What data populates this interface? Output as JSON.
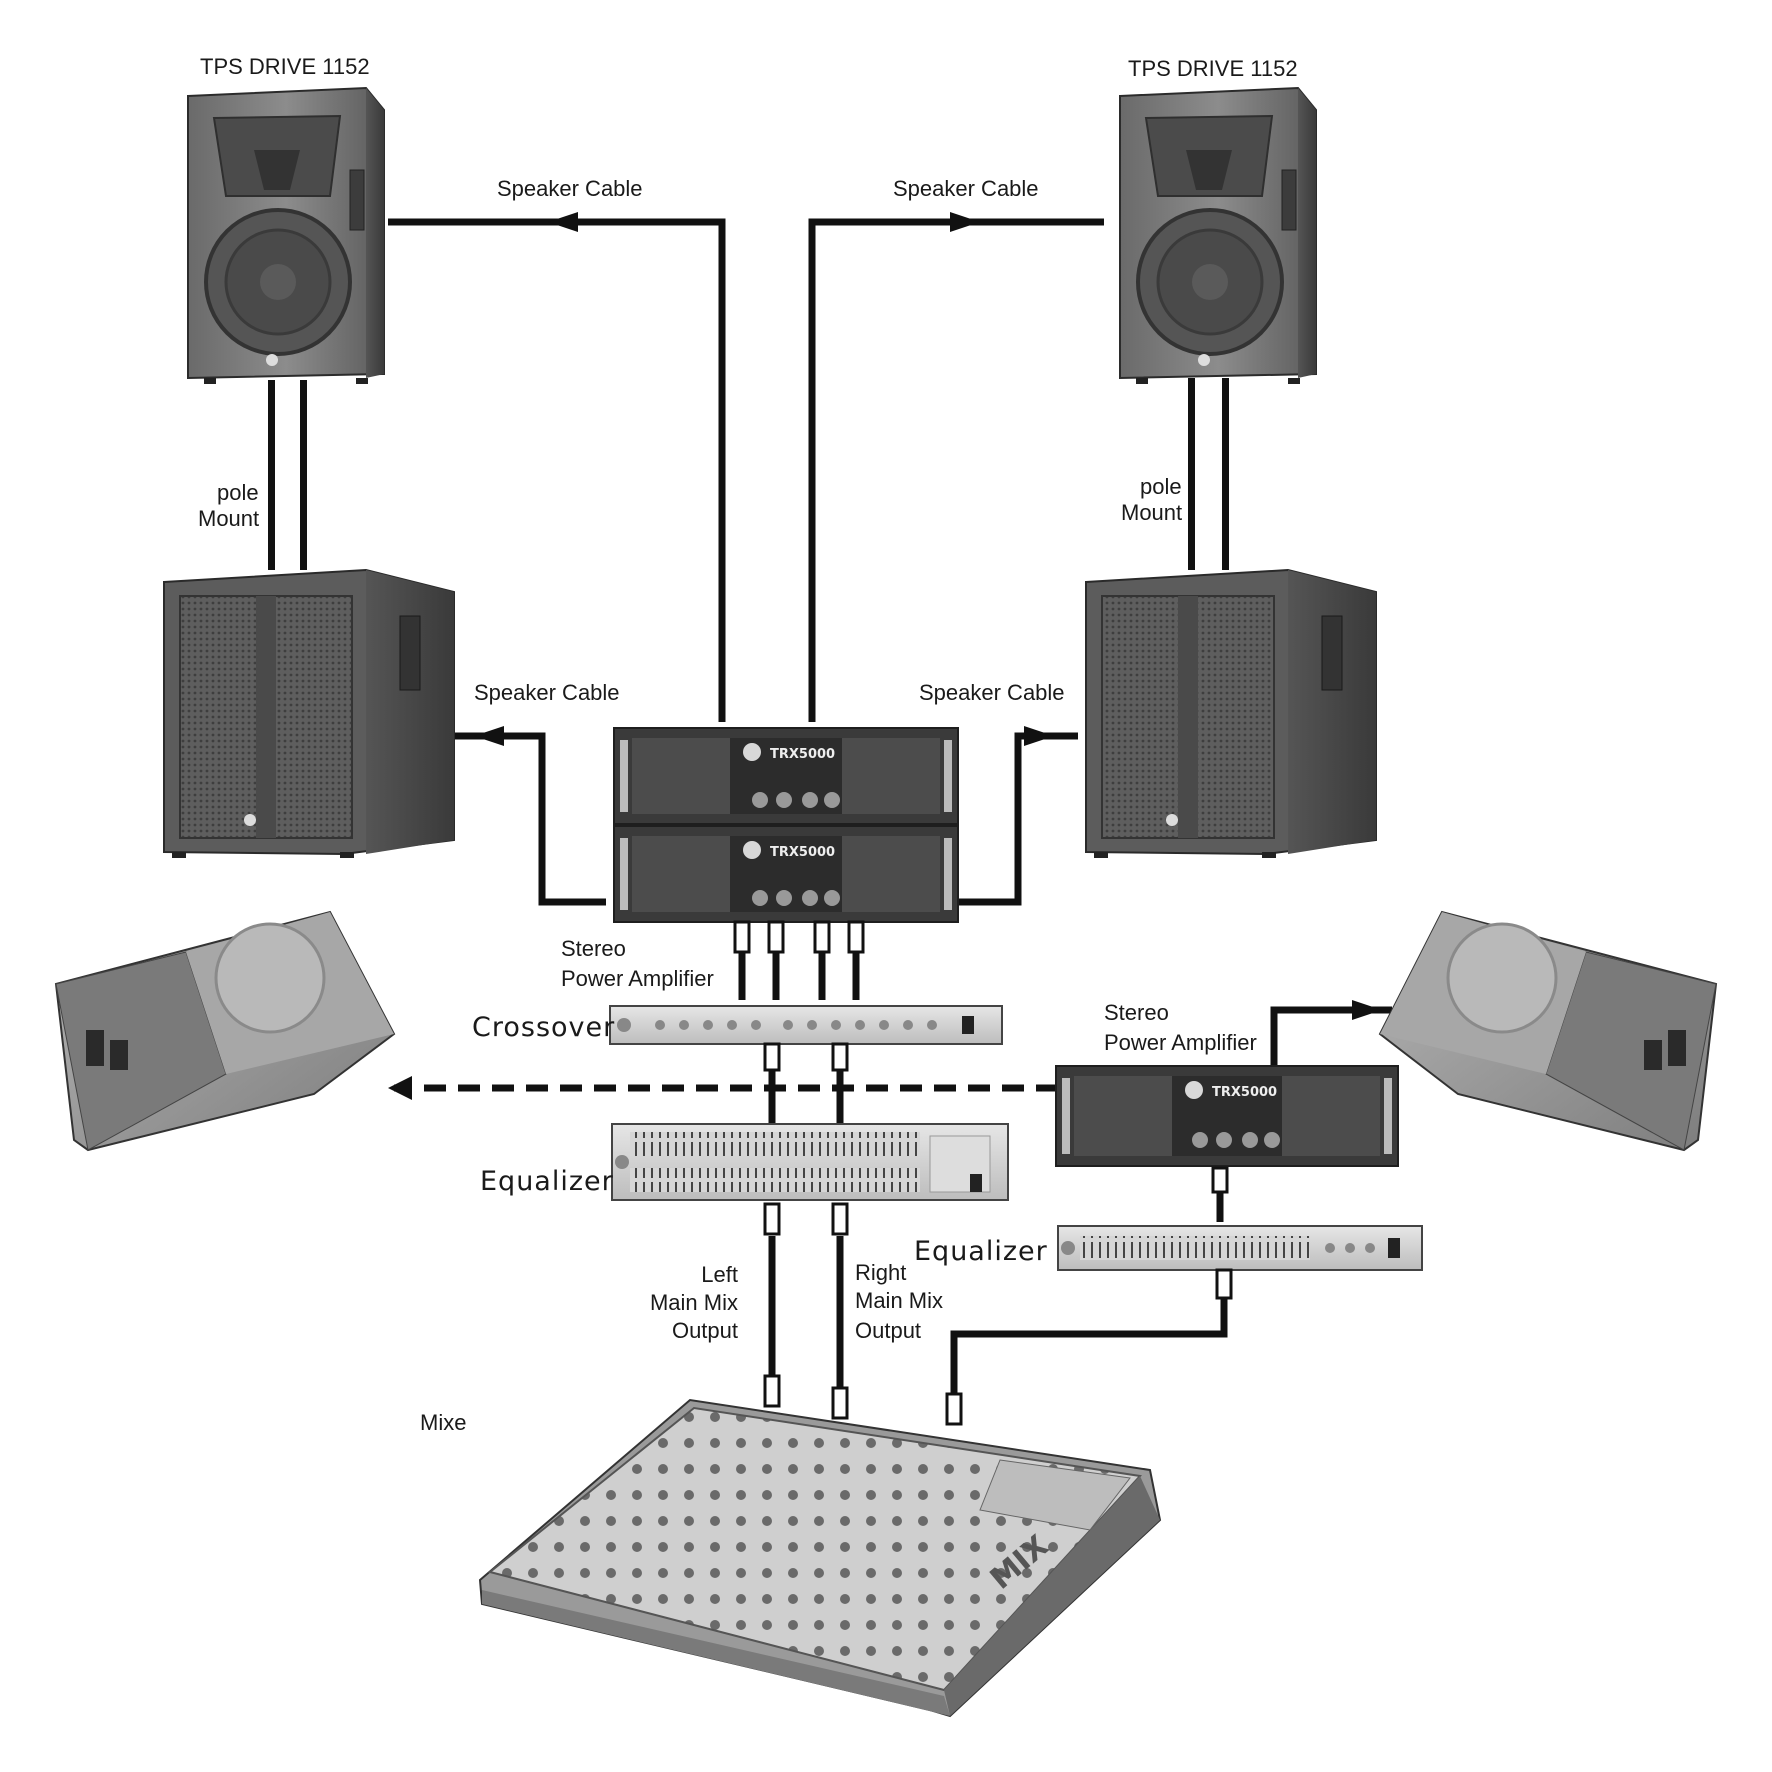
{
  "labels": {
    "top_left_speaker": "TPS DRIVE 1152",
    "top_right_speaker": "TPS DRIVE 1152",
    "speaker_cable_top_left": "Speaker Cable",
    "speaker_cable_top_right": "Speaker Cable",
    "speaker_cable_mid_left": "Speaker Cable",
    "speaker_cable_mid_right": "Speaker Cable",
    "pole_left_line1": "pole",
    "pole_left_line2": "Mount",
    "pole_right_line1": "pole",
    "pole_right_line2": "Mount",
    "amp_main_line1": "Stereo",
    "amp_main_line2": "Power Amplifier",
    "amp_monitor_line1": "Stereo",
    "amp_monitor_line2": "Power Amplifier",
    "crossover": "Crossover",
    "equalizer_main": "Equalizer",
    "equalizer_monitor": "Equalizer",
    "left_out_line1": "Left",
    "left_out_line2": "Main Mix",
    "left_out_line3": "Output",
    "right_out_line1": "Right",
    "right_out_line2": "Main Mix",
    "right_out_line3": "Output",
    "mixer": "Mixe",
    "amp_badge_1": "TRX5000",
    "amp_badge_2": "TRX5000",
    "amp_badge_3": "TRX5000",
    "mixer_badge": "MIX"
  }
}
